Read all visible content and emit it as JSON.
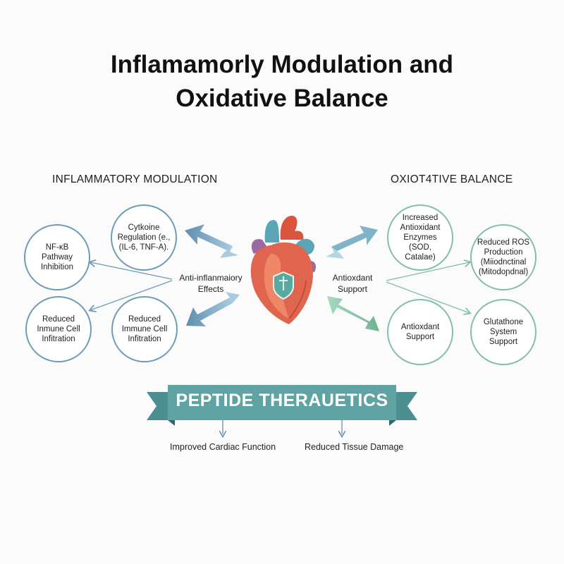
{
  "title": {
    "line1": "Inflamamorly Modulation and",
    "line2": "Oxidative Balance"
  },
  "left_section": {
    "heading": "INFLAMMATORY MODULATION",
    "nodes": [
      {
        "id": "cytokine",
        "text": "Cytkoine\nRegulation (e.,\n(IL-6, TNF-A)."
      },
      {
        "id": "nfkb",
        "text": "NF-κB\nPathway\nInhibition"
      },
      {
        "id": "reduced-immune-outer",
        "text": "Reduced\nInmune Cell\nInfitration"
      },
      {
        "id": "reduced-immune-inner",
        "text": "Reduced\nImmune Cell\nInfitration"
      }
    ],
    "center_label": "Anti-inflanmaiory\nEffects"
  },
  "right_section": {
    "heading": "OXIOT4TIVE BALANCE",
    "nodes": [
      {
        "id": "antioxidant-enzymes",
        "text": "Increased\nAntioxidant\nEnzymes\n(SOD, Catalae)"
      },
      {
        "id": "reduced-ros",
        "text": "Reduced ROS\nProduction\n(Miiodnctinal\n(Mitodoɲdnal)"
      },
      {
        "id": "antioxidant-support",
        "text": "Antioxdant\nSupport"
      },
      {
        "id": "glutathione",
        "text": "Glutathone\nSystem\nSupport"
      }
    ],
    "center_label": "Antioxdant\nSupport"
  },
  "banner": {
    "text": "PEPTIDE THERAUETICS",
    "color": "#5fa3a3"
  },
  "outcomes": [
    {
      "id": "cardiac",
      "text": "Improved Cardiac Function"
    },
    {
      "id": "tissue",
      "text": "Reduced Tissue Damage"
    }
  ],
  "colors": {
    "left_accent": "#6d9bb6",
    "right_accent": "#82bfa4",
    "heart_red": "#e0654f",
    "shield_teal": "#5aa8a0"
  },
  "icons": {
    "center": "heart-with-shield-icon"
  }
}
